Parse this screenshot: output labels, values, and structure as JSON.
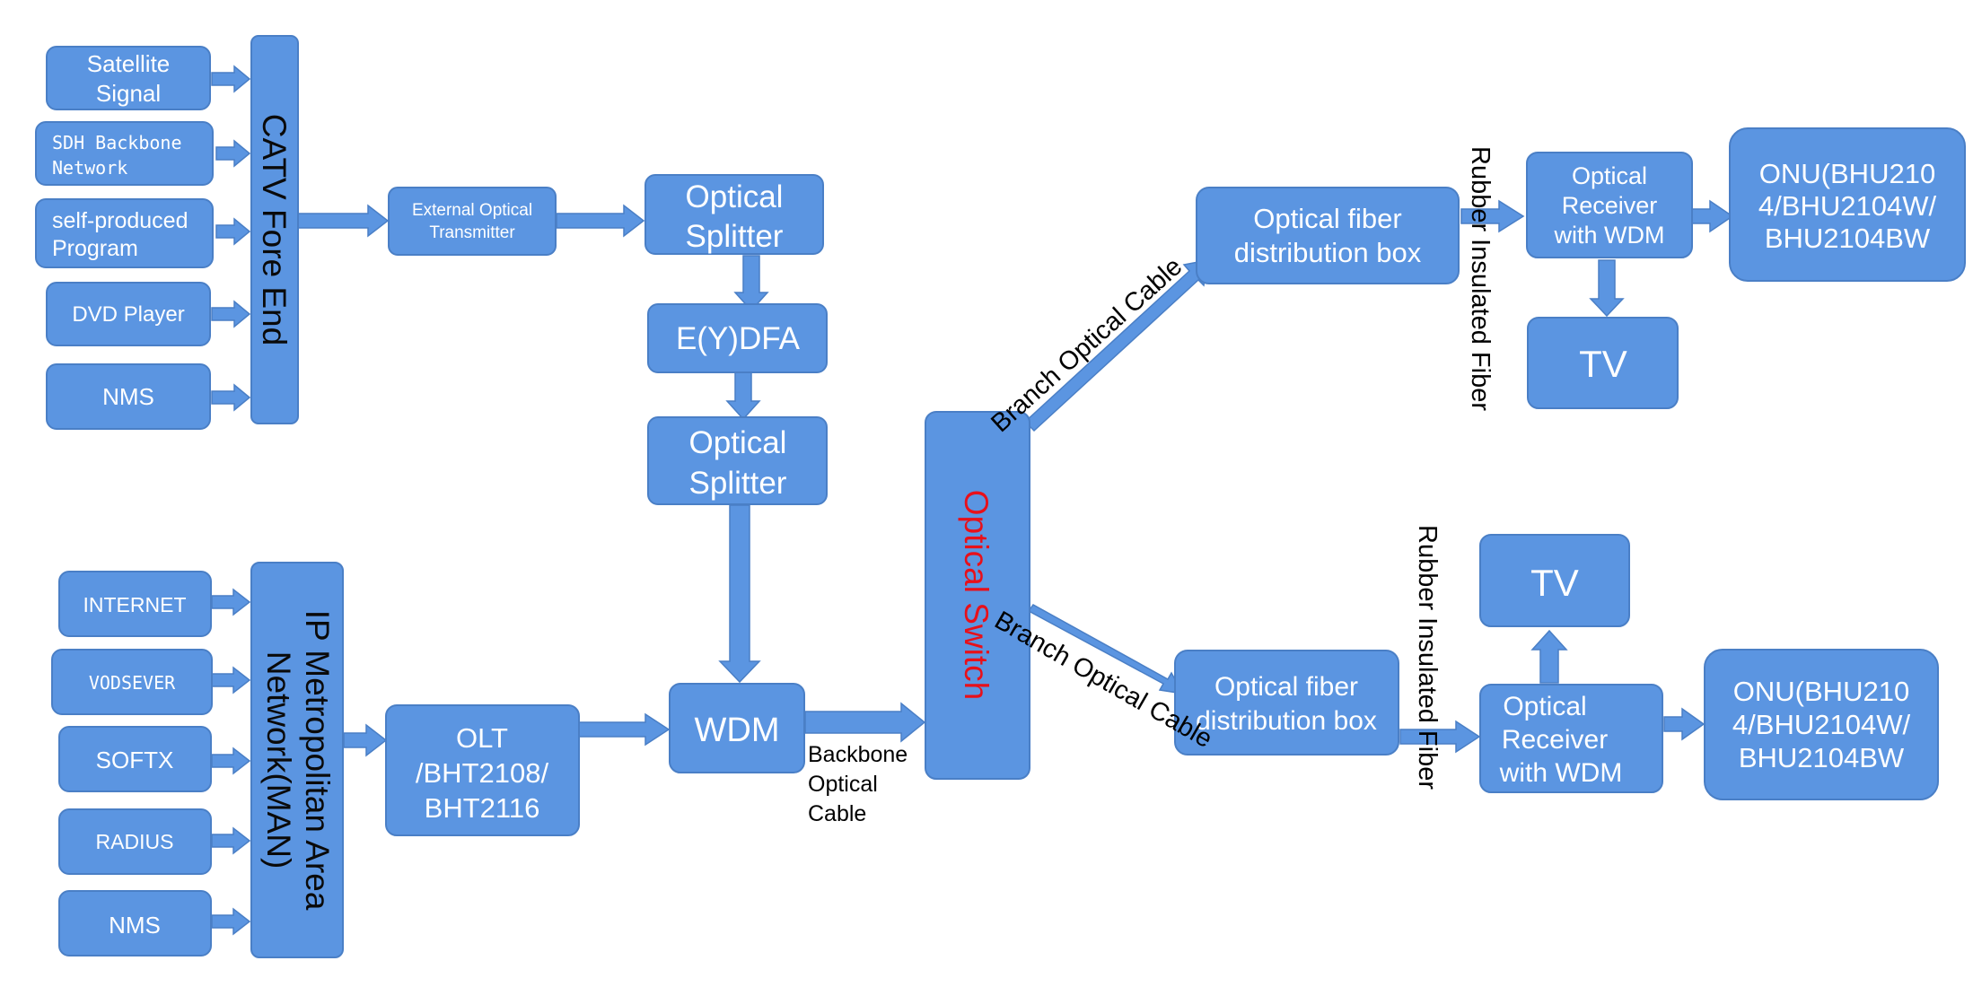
{
  "catv": {
    "inputs": [
      {
        "lines": [
          "Satellite",
          "Signal"
        ]
      },
      {
        "lines": [
          "SDH Backbone",
          "Network"
        ]
      },
      {
        "lines": [
          "self-produced",
          "Program"
        ]
      },
      {
        "lines": [
          "DVD Player"
        ]
      },
      {
        "lines": [
          "NMS"
        ]
      }
    ],
    "fore_end": "CATV Fore End"
  },
  "ip": {
    "inputs": [
      {
        "lines": [
          "INTERNET"
        ]
      },
      {
        "lines": [
          "VODSEVER"
        ]
      },
      {
        "lines": [
          "SOFTX"
        ]
      },
      {
        "lines": [
          "RADIUS"
        ]
      },
      {
        "lines": [
          "NMS"
        ]
      }
    ],
    "man": [
      "IP Metropolitan Area",
      "Network(MAN)"
    ]
  },
  "transmitter": [
    "External Optical",
    "Transmitter"
  ],
  "splitter1": [
    "Optical",
    "Splitter"
  ],
  "eydfa": "E(Y)DFA",
  "splitter2": [
    "Optical",
    "Splitter"
  ],
  "olt": [
    "OLT",
    "/BHT2108/",
    "BHT2116"
  ],
  "wdm": "WDM",
  "backbone_label": [
    "Backbone",
    "Optical",
    "Cable"
  ],
  "optical_switch": "Optical Switch",
  "branch_top": "Branch Optical Cable",
  "branch_bottom": "Branch Optical Cable",
  "fdb_top": [
    "Optical fiber",
    "distribution box"
  ],
  "fdb_bottom": [
    "Optical fiber",
    "distribution box"
  ],
  "rubber_top": "Rubber Insulated Fiber",
  "rubber_bottom": "Rubber Insulated Fiber",
  "receiver_top": [
    "Optical",
    "Receiver",
    "with WDM"
  ],
  "receiver_bottom": [
    "Optical",
    "Receiver",
    "with WDM"
  ],
  "onu_top": [
    "ONU(BHU210",
    "4/BHU2104W/",
    "BHU2104BW"
  ],
  "onu_bottom": [
    "ONU(BHU210",
    "4/BHU2104W/",
    "BHU2104BW"
  ],
  "tv_top": "TV",
  "tv_bottom": "TV",
  "colors": {
    "node": "#5b95e1",
    "switch_text": "#e8101a"
  }
}
